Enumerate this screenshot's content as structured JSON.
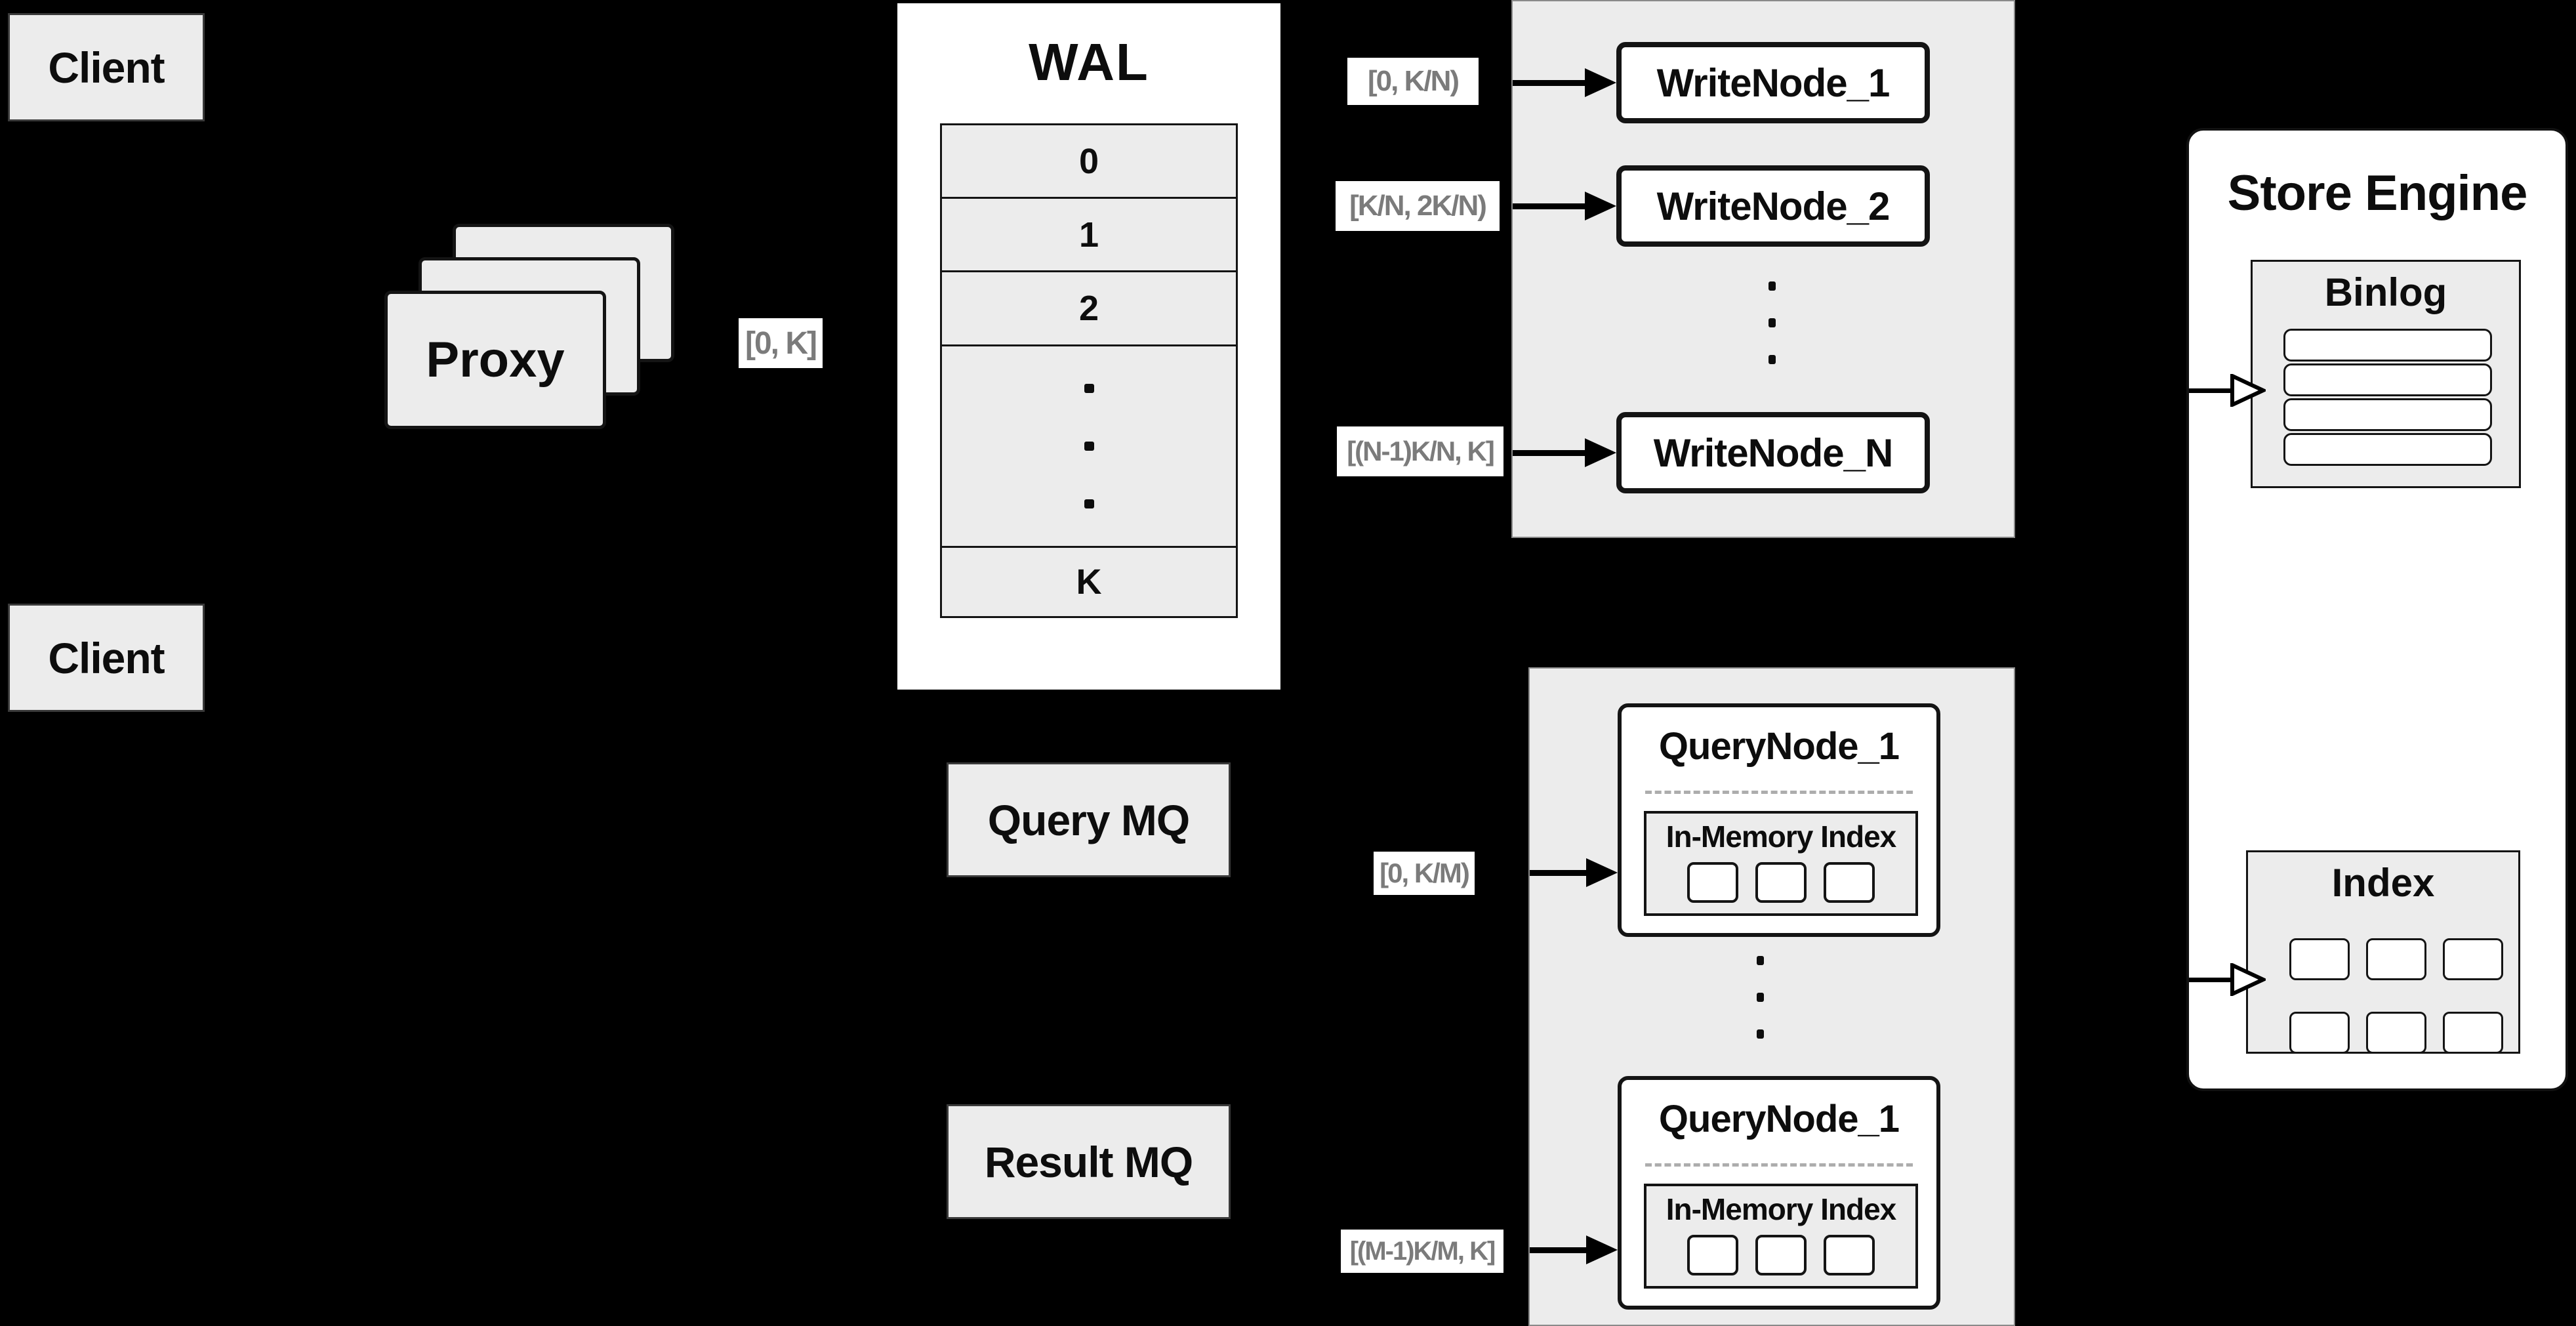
{
  "colors": {
    "background": "#000000",
    "panel_gray": "#ececec",
    "node_white": "#ffffff",
    "line_black": "#0d0d0d",
    "range_label_text": "#7b7b7b"
  },
  "client_top": {
    "label": "Client"
  },
  "client_bottom": {
    "label": "Client"
  },
  "proxy": {
    "label": "Proxy",
    "range": "[0, K]"
  },
  "wal": {
    "title": "WAL",
    "segments": [
      "0",
      "1",
      "2"
    ],
    "last_segment": "K"
  },
  "write_cluster": {
    "nodes": [
      {
        "label": "WriteNode_1",
        "range": "[0, K/N)"
      },
      {
        "label": "WriteNode_2",
        "range": "[K/N, 2K/N)"
      },
      {
        "label": "WriteNode_N",
        "range": "[(N-1)K/N, K]"
      }
    ]
  },
  "mq": {
    "query": "Query MQ",
    "result": "Result MQ"
  },
  "query_cluster": {
    "nodes": [
      {
        "title": "QueryNode_1",
        "memory_title": "In-Memory Index",
        "range": "[0, K/M)"
      },
      {
        "title": "QueryNode_1",
        "memory_title": "In-Memory Index",
        "range": "[(M-1)K/M, K]"
      }
    ]
  },
  "store_engine": {
    "title": "Store Engine",
    "binlog": {
      "title": "Binlog"
    },
    "index": {
      "title": "Index"
    }
  }
}
